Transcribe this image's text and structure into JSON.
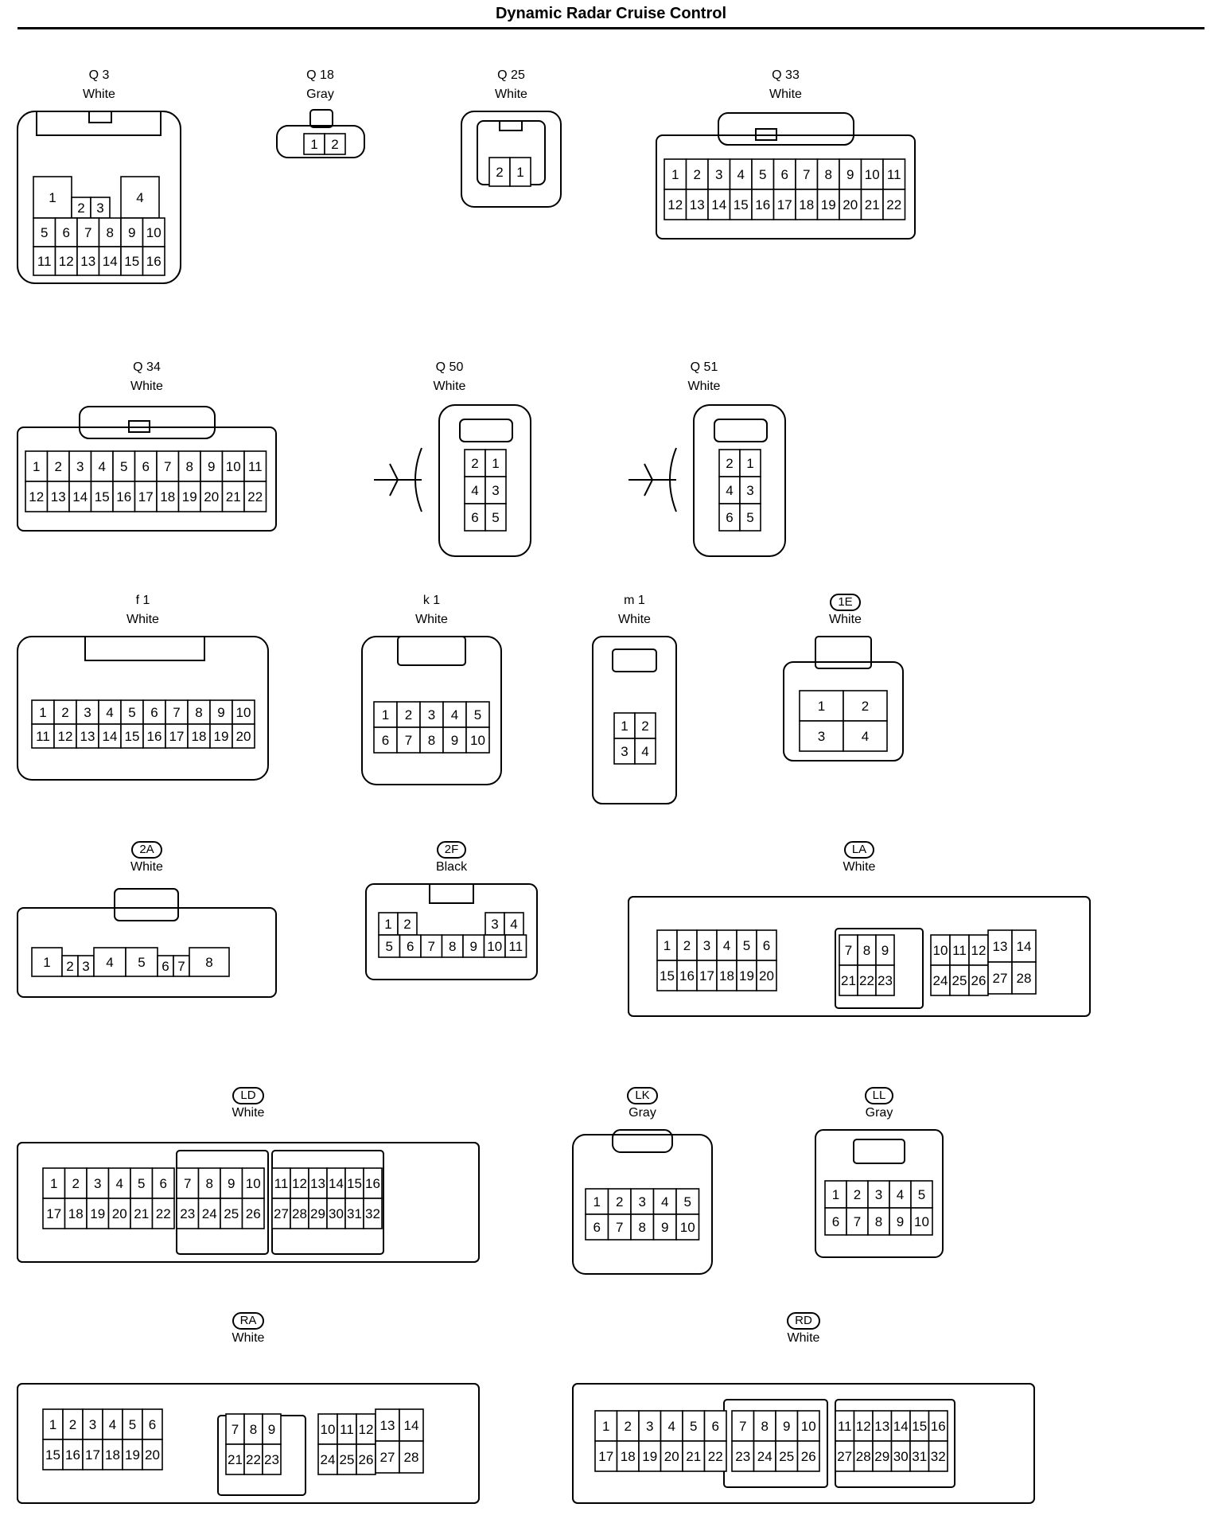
{
  "title": "Dynamic Radar Cruise Control",
  "colors": {
    "line": "#000000",
    "background": "#ffffff"
  },
  "connectors": [
    {
      "id": "Q 3",
      "oval": false,
      "color": "White",
      "pins": [
        "1",
        "2",
        "3",
        "4",
        "5",
        "6",
        "7",
        "8",
        "9",
        "10",
        "11",
        "12",
        "13",
        "14",
        "15",
        "16"
      ]
    },
    {
      "id": "Q 18",
      "oval": false,
      "color": "Gray",
      "pins": [
        "1",
        "2"
      ]
    },
    {
      "id": "Q 25",
      "oval": false,
      "color": "White",
      "pins": [
        "2",
        "1"
      ]
    },
    {
      "id": "Q 33",
      "oval": false,
      "color": "White",
      "pins": [
        "1",
        "2",
        "3",
        "4",
        "5",
        "6",
        "7",
        "8",
        "9",
        "10",
        "11",
        "12",
        "13",
        "14",
        "15",
        "16",
        "17",
        "18",
        "19",
        "20",
        "21",
        "22"
      ]
    },
    {
      "id": "Q 34",
      "oval": false,
      "color": "White",
      "pins": [
        "1",
        "2",
        "3",
        "4",
        "5",
        "6",
        "7",
        "8",
        "9",
        "10",
        "11",
        "12",
        "13",
        "14",
        "15",
        "16",
        "17",
        "18",
        "19",
        "20",
        "21",
        "22"
      ]
    },
    {
      "id": "Q 50",
      "oval": false,
      "color": "White",
      "pins": [
        "2",
        "1",
        "4",
        "3",
        "6",
        "5"
      ]
    },
    {
      "id": "Q 51",
      "oval": false,
      "color": "White",
      "pins": [
        "2",
        "1",
        "4",
        "3",
        "6",
        "5"
      ]
    },
    {
      "id": "f 1",
      "oval": false,
      "color": "White",
      "pins": [
        "1",
        "2",
        "3",
        "4",
        "5",
        "6",
        "7",
        "8",
        "9",
        "10",
        "11",
        "12",
        "13",
        "14",
        "15",
        "16",
        "17",
        "18",
        "19",
        "20"
      ]
    },
    {
      "id": "k 1",
      "oval": false,
      "color": "White",
      "pins": [
        "1",
        "2",
        "3",
        "4",
        "5",
        "6",
        "7",
        "8",
        "9",
        "10"
      ]
    },
    {
      "id": "m 1",
      "oval": false,
      "color": "White",
      "pins": [
        "1",
        "2",
        "3",
        "4"
      ]
    },
    {
      "id": "1E",
      "oval": true,
      "color": "White",
      "pins": [
        "1",
        "2",
        "3",
        "4"
      ]
    },
    {
      "id": "2A",
      "oval": true,
      "color": "White",
      "pins": [
        "1",
        "2",
        "3",
        "4",
        "5",
        "6",
        "7",
        "8"
      ]
    },
    {
      "id": "2F",
      "oval": true,
      "color": "Black",
      "pins": [
        "1",
        "2",
        "3",
        "4",
        "5",
        "6",
        "7",
        "8",
        "9",
        "10",
        "11"
      ]
    },
    {
      "id": "LA",
      "oval": true,
      "color": "White",
      "pins": [
        "1",
        "2",
        "3",
        "4",
        "5",
        "6",
        "7",
        "8",
        "9",
        "10",
        "11",
        "12",
        "13",
        "14",
        "15",
        "16",
        "17",
        "18",
        "19",
        "20",
        "21",
        "22",
        "23",
        "24",
        "25",
        "26",
        "27",
        "28"
      ]
    },
    {
      "id": "LD",
      "oval": true,
      "color": "White",
      "pins": [
        "1",
        "2",
        "3",
        "4",
        "5",
        "6",
        "7",
        "8",
        "9",
        "10",
        "11",
        "12",
        "13",
        "14",
        "15",
        "16",
        "17",
        "18",
        "19",
        "20",
        "21",
        "22",
        "23",
        "24",
        "25",
        "26",
        "27",
        "28",
        "29",
        "30",
        "31",
        "32"
      ]
    },
    {
      "id": "LK",
      "oval": true,
      "color": "Gray",
      "pins": [
        "1",
        "2",
        "3",
        "4",
        "5",
        "6",
        "7",
        "8",
        "9",
        "10"
      ]
    },
    {
      "id": "LL",
      "oval": true,
      "color": "Gray",
      "pins": [
        "1",
        "2",
        "3",
        "4",
        "5",
        "6",
        "7",
        "8",
        "9",
        "10"
      ]
    },
    {
      "id": "RA",
      "oval": true,
      "color": "White",
      "pins": [
        "1",
        "2",
        "3",
        "4",
        "5",
        "6",
        "7",
        "8",
        "9",
        "10",
        "11",
        "12",
        "13",
        "14",
        "15",
        "16",
        "17",
        "18",
        "19",
        "20",
        "21",
        "22",
        "23",
        "24",
        "25",
        "26",
        "27",
        "28"
      ]
    },
    {
      "id": "RD",
      "oval": true,
      "color": "White",
      "pins": [
        "1",
        "2",
        "3",
        "4",
        "5",
        "6",
        "7",
        "8",
        "9",
        "10",
        "11",
        "12",
        "13",
        "14",
        "15",
        "16",
        "17",
        "18",
        "19",
        "20",
        "21",
        "22",
        "23",
        "24",
        "25",
        "26",
        "27",
        "28",
        "29",
        "30",
        "31",
        "32"
      ]
    }
  ]
}
